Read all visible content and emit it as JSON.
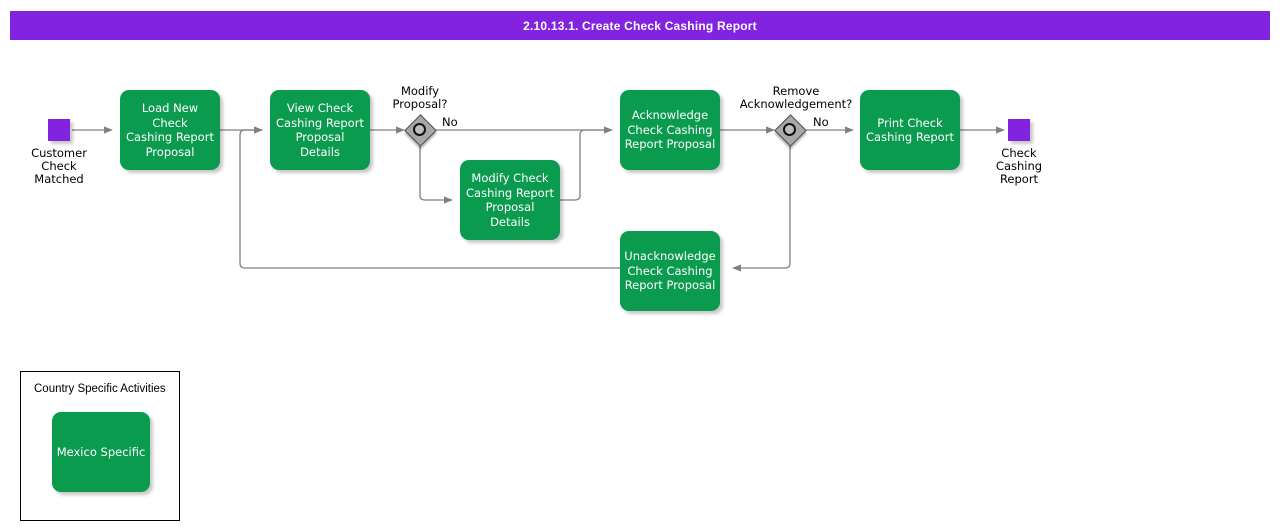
{
  "header": {
    "title": "2.10.13.1. Create Check Cashing Report",
    "bar_color": "#8223e0",
    "text_color": "#ffffff"
  },
  "colors": {
    "task_green": "#0b9b4e",
    "event_purple": "#8223e0",
    "gateway_gray": "#a8a8a8",
    "connector_gray": "#808080",
    "text_dark": "#000000"
  },
  "diagram": {
    "start_event": {
      "name": "customer-check-matched",
      "label": "Customer\nCheck\nMatched",
      "type": "start-event"
    },
    "end_event": {
      "name": "check-cashing-report",
      "label": "Check\nCashing\nReport",
      "type": "end-event"
    },
    "tasks": [
      {
        "id": "load-new-check-cashing-report-proposal",
        "label": "Load New Check\nCashing Report\nProposal"
      },
      {
        "id": "view-check-cashing-report-proposal-details",
        "label": "View Check\nCashing Report\nProposal Details"
      },
      {
        "id": "modify-check-cashing-report-proposal-details",
        "label": "Modify Check\nCashing Report\nProposal Details"
      },
      {
        "id": "acknowledge-check-cashing-report-proposal",
        "label": "Acknowledge\nCheck Cashing\nReport Proposal"
      },
      {
        "id": "unacknowledge-check-cashing-report-proposal",
        "label": "Unacknowledge\nCheck Cashing\nReport Proposal"
      },
      {
        "id": "print-check-cashing-report",
        "label": "Print Check\nCashing Report"
      }
    ],
    "gateways": [
      {
        "id": "modify-proposal-gateway",
        "label": "Modify\nProposal?",
        "flow_label": "No"
      },
      {
        "id": "remove-acknowledgement-gateway",
        "label": "Remove\nAcknowledgement?",
        "flow_label": "No"
      }
    ]
  },
  "legend": {
    "title": "Country Specific Activities",
    "items": [
      {
        "id": "mexico-specific",
        "label": "Mexico Specific"
      }
    ]
  }
}
